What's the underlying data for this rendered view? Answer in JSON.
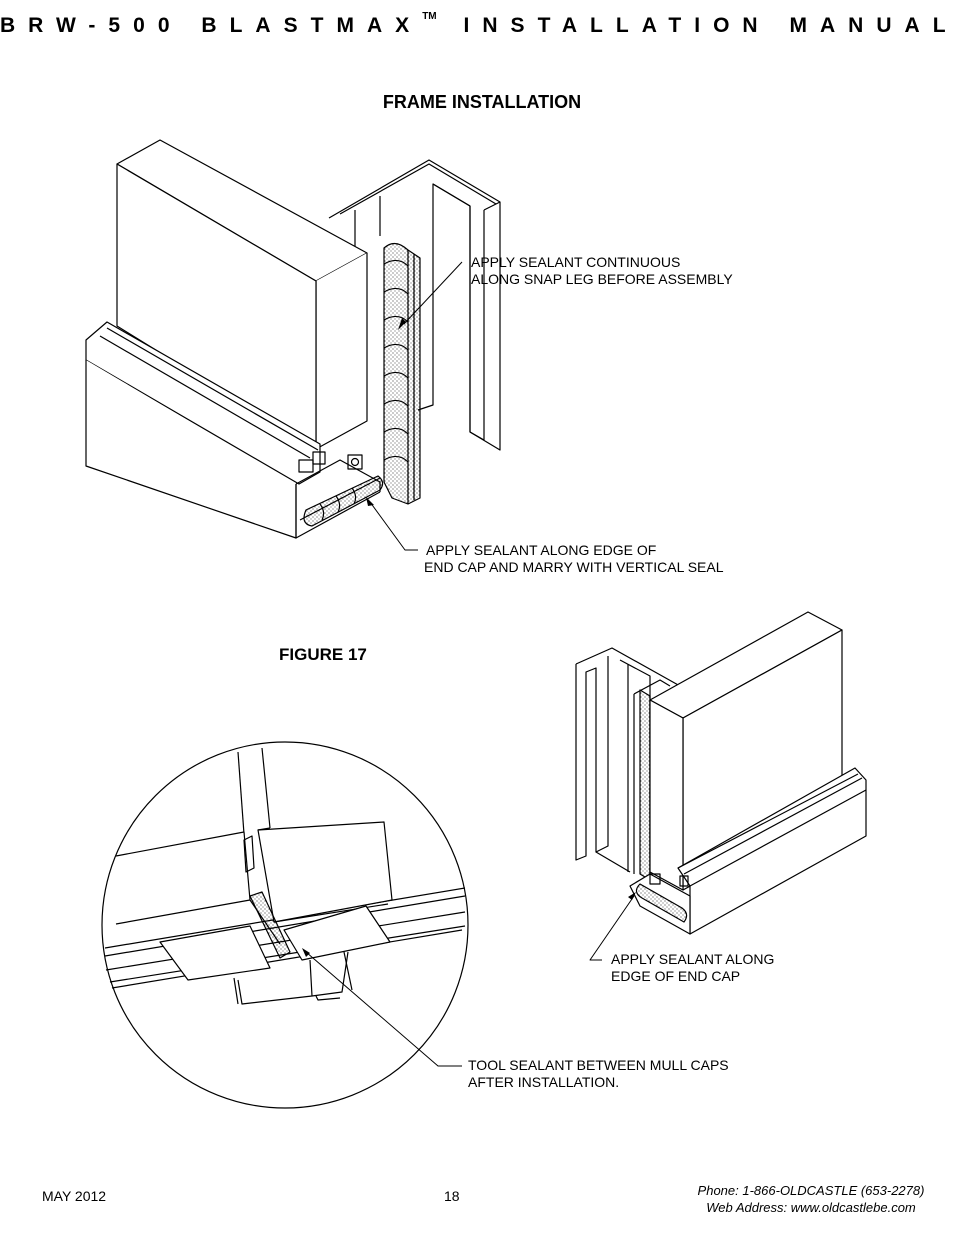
{
  "header": {
    "title_left": "BRW-500 BLASTMAX",
    "trademark": "TM",
    "title_right": "INSTALLATION MANUAL"
  },
  "section_title": "FRAME INSTALLATION",
  "figure_label": "FIGURE 17",
  "callouts": {
    "snap_leg": {
      "line1": "APPLY SEALANT CONTINUOUS",
      "line2": "ALONG SNAP LEG BEFORE ASSEMBLY"
    },
    "end_cap_marry": {
      "line1": "APPLY SEALANT ALONG EDGE OF",
      "line2": "END CAP AND MARRY WITH VERTICAL SEAL"
    },
    "end_cap_edge": {
      "line1": "APPLY SEALANT ALONG",
      "line2": "EDGE OF END CAP"
    },
    "tool_sealant": {
      "line1": "TOOL SEALANT BETWEEN MULL CAPS",
      "line2": "AFTER INSTALLATION."
    }
  },
  "footer": {
    "date": "MAY 2012",
    "page_number": "18",
    "phone": "Phone: 1-866-OLDCASTLE (653-2278)",
    "web": "Web Address: www.oldcastlebe.com"
  }
}
